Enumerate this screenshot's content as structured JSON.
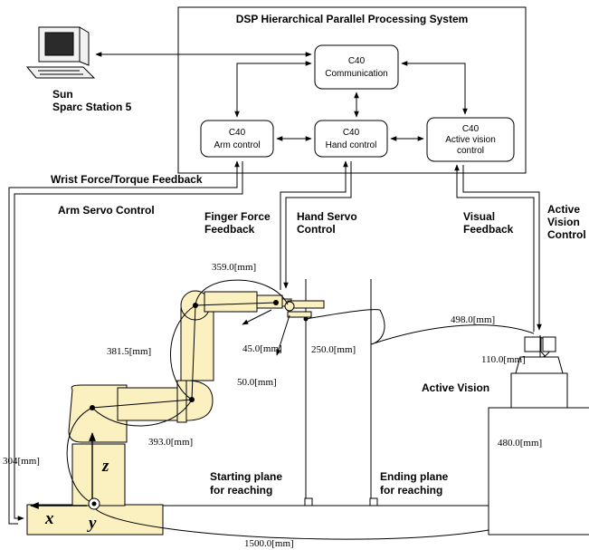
{
  "system": {
    "title": "DSP Hierarchical Parallel Processing System",
    "nodes": {
      "communication": [
        "C40",
        "Communication"
      ],
      "arm": [
        "C40",
        "Arm control"
      ],
      "hand": [
        "C40",
        "Hand control"
      ],
      "vision": [
        "C40",
        "Active vision",
        "control"
      ]
    }
  },
  "host": {
    "line1": "Sun",
    "line2": "Sparc Station 5"
  },
  "labels": {
    "wrist_feedback": "Wrist Force/Torque Feedback",
    "arm_servo": "Arm Servo Control",
    "finger_force": [
      "Finger Force",
      "Feedback"
    ],
    "hand_servo": [
      "Hand Servo",
      "Control"
    ],
    "visual_feedback": [
      "Visual",
      "Feedback"
    ],
    "active_vision_control": [
      "Active",
      "Vision",
      "Control"
    ],
    "active_vision": "Active Vision",
    "starting_plane": [
      "Starting plane",
      "for reaching"
    ],
    "ending_plane": [
      "Ending plane",
      "for reaching"
    ]
  },
  "dimensions": {
    "d359": "359.0[mm]",
    "d45": "45.0[mm]",
    "d381": "381.5[mm]",
    "d50": "50.0[mm]",
    "d250": "250.0[mm]",
    "d498": "498.0[mm]",
    "d110": "110.0[mm]",
    "d393": "393.0[mm]",
    "d304": "304[mm]",
    "d480": "480.0[mm]",
    "d1500": "1500.0[mm]"
  },
  "axes": {
    "z": "z",
    "x": "x",
    "y": "y"
  },
  "colors": {
    "robot_fill": "#fbf0c0",
    "line": "#000000"
  }
}
